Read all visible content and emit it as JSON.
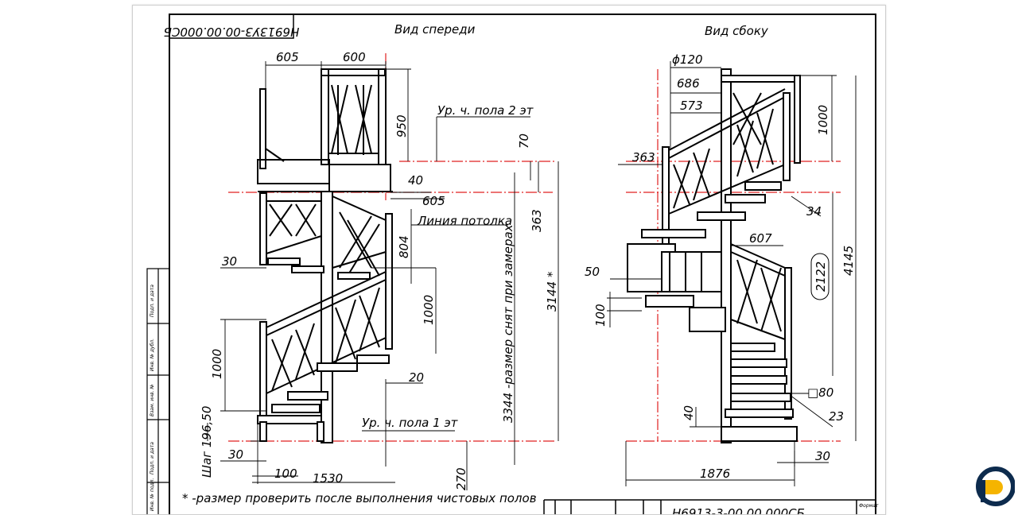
{
  "drawing": {
    "code_stamp": "Н6913У3-00.00.000СБ",
    "title_block_code": "Н6913-3-00.00.000СБ",
    "front_view_title": "Вид спереди",
    "side_view_title": "Вид сбоку",
    "note": "* -размер проверить после выполнения чистовых полов",
    "format_label": "Формат",
    "sidebar_labels": [
      "Подп. и дата",
      "Инв. № дубл.",
      "Взам. инв. №",
      "Подп. и дата",
      "Инв. № подл."
    ]
  },
  "front_view": {
    "labels": {
      "floor2": "Ур. ч. пола 2 эт",
      "ceiling": "Линия потолка",
      "floor1": "Ур. ч. пола 1 эт",
      "measured": "3344 -размер снят при замерах",
      "step": "Шаг 196,50"
    },
    "dims": {
      "d605_top": "605",
      "d600": "600",
      "d950": "950",
      "d70": "70",
      "d40": "40",
      "d605_mid": "605",
      "d363": "363",
      "d804": "804",
      "d3144": "3144 *",
      "d30_left": "30",
      "d1000_mid": "1000",
      "d1000_left": "1000",
      "d20": "20",
      "d30_bottom": "30",
      "d100": "100",
      "d1530": "1530",
      "d270": "270"
    }
  },
  "side_view": {
    "dims": {
      "phi120": "ϕ120",
      "d686": "686",
      "d573": "573",
      "d1000": "1000",
      "d363": "363",
      "d34": "34",
      "d607": "607",
      "d4145": "4145",
      "d2122": "2122",
      "d50": "50",
      "d100": "100",
      "d80": "□80",
      "d40": "40",
      "d23": "23",
      "d30": "30",
      "d1876": "1876"
    }
  }
}
